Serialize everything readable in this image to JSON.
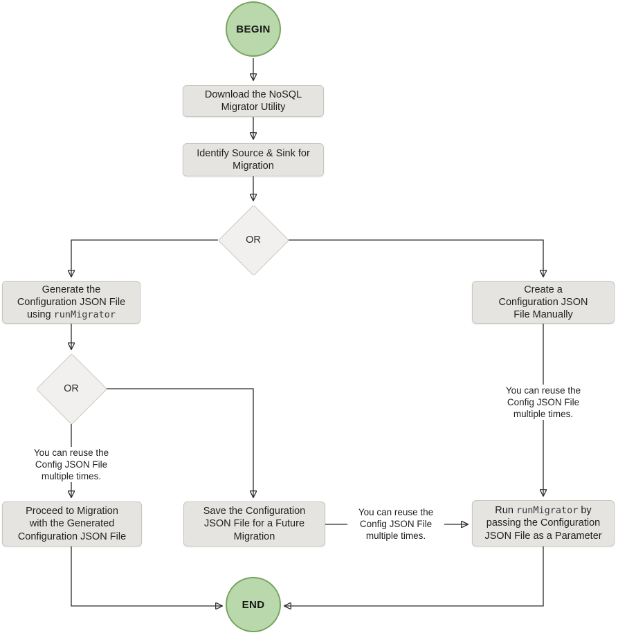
{
  "diagram": {
    "type": "flowchart",
    "description": "NoSQL Migrator utility workflow from BEGIN to END"
  },
  "colors": {
    "terminal_fill": "#b9d8ab",
    "terminal_border": "#76a35e",
    "box_fill": "#e5e4e0",
    "box_border": "#c8c6be",
    "diamond_fill": "#f1f0ee",
    "diamond_border": "#cbc8bf",
    "connector_line": "#2b2b2b",
    "text": "#1f1f1f",
    "background": "#ffffff"
  },
  "nodes": {
    "begin": {
      "label": "BEGIN"
    },
    "download": {
      "lines": [
        "Download the NoSQL",
        "Migrator Utility"
      ]
    },
    "identify": {
      "lines": [
        "Identify Source & Sink for",
        "Migration"
      ]
    },
    "or1": {
      "label": "OR"
    },
    "generate": {
      "line1": "Generate the",
      "line2": "Configuration JSON File",
      "line3_pre": "using ",
      "line3_code": "runMigrator"
    },
    "create": {
      "lines": [
        "Create a",
        "Configuration JSON",
        "File Manually"
      ]
    },
    "or2": {
      "label": "OR"
    },
    "proceed": {
      "lines": [
        "Proceed to Migration",
        "with the Generated",
        "Configuration JSON File"
      ]
    },
    "save": {
      "lines": [
        "Save the Configuration",
        "JSON File for a Future",
        "Migration"
      ]
    },
    "run": {
      "line1_pre": "Run ",
      "line1_code": "runMigrator",
      "line1_post": " by",
      "line2": "passing the Configuration",
      "line3": "JSON File as a Parameter"
    },
    "end": {
      "label": "END"
    }
  },
  "edge_labels": {
    "reuse_left": {
      "lines": [
        "You can reuse the",
        "Config JSON File",
        "multiple times."
      ]
    },
    "reuse_right": {
      "lines": [
        "You can reuse the",
        "Config JSON File",
        "multiple times."
      ]
    },
    "reuse_center": {
      "lines": [
        "You can reuse the",
        "Config JSON File",
        "multiple times."
      ]
    }
  }
}
